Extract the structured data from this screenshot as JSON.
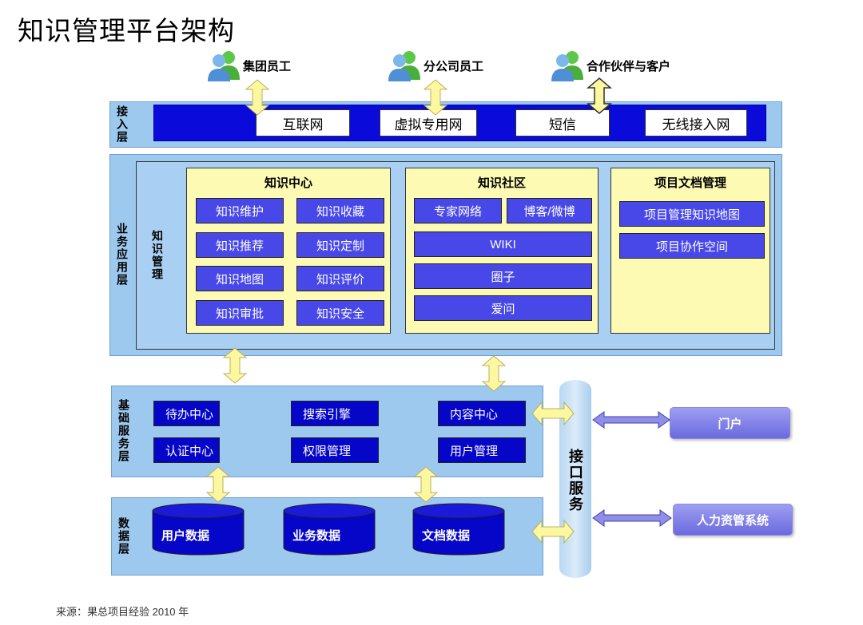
{
  "title": "知识管理平台架构",
  "source": "来源：果总项目经验 2010 年",
  "users": [
    {
      "label": "集团员工",
      "icon": "users-icon"
    },
    {
      "label": "分公司员工",
      "icon": "users-icon"
    },
    {
      "label": "合作伙伴与客户",
      "icon": "users-icon"
    }
  ],
  "access_layer": {
    "label": "接入层",
    "channels": [
      "互联网",
      "虚拟专用网",
      "短信",
      "无线接入网"
    ]
  },
  "app_layer": {
    "label": "业务应用层",
    "sub_label": "知识管理",
    "knowledge_center": {
      "title": "知识中心",
      "items": [
        "知识维护",
        "知识收藏",
        "知识推荐",
        "知识定制",
        "知识地图",
        "知识评价",
        "知识审批",
        "知识安全"
      ]
    },
    "knowledge_community": {
      "title": "知识社区",
      "items": [
        "专家网络",
        "博客/微博",
        "WIKI",
        "圈子",
        "爱问"
      ]
    },
    "project_docs": {
      "title": "项目文档管理",
      "items": [
        "项目管理知识地图",
        "项目协作空间"
      ]
    }
  },
  "base_layer": {
    "label": "基础服务层",
    "items": [
      "待办中心",
      "搜索引擎",
      "内容中心",
      "认证中心",
      "权限管理",
      "用户管理"
    ]
  },
  "data_layer": {
    "label": "数据层",
    "items": [
      "用户数据",
      "业务数据",
      "文档数据"
    ]
  },
  "interface": {
    "label": "接口服务"
  },
  "external": [
    "门户",
    "人力资管系统"
  ],
  "colors": {
    "layer_bg": "#9ec9ef",
    "access_band": "#0a0adb",
    "yellow_box": "#fdfab3",
    "purple_button": "#4848e8",
    "dark_blue_button": "#0606c8",
    "arrow_fill": "#fdf7a0"
  }
}
